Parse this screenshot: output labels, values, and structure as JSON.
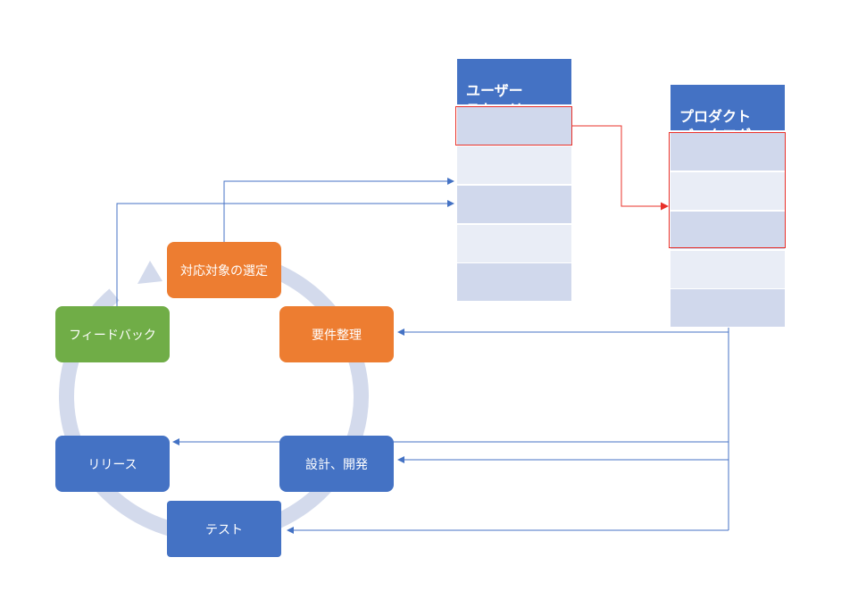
{
  "cycle": {
    "select": "対応対象の選定",
    "requirements": "要件整理",
    "design_dev": "設計、開発",
    "test": "テスト",
    "release": "リリース",
    "feedback": "フィードバック"
  },
  "user_stories": {
    "title": "ユーザー\nストーリー"
  },
  "product_backlog": {
    "title": "プロダクト\nバックログ"
  },
  "colors": {
    "orange": "#ED7D31",
    "green": "#70AD47",
    "blue": "#4472C4",
    "row_dark": "#D0D8EC",
    "row_light": "#E9EDF6",
    "ring": "#D3DAEC",
    "highlight": "#E8302A"
  }
}
